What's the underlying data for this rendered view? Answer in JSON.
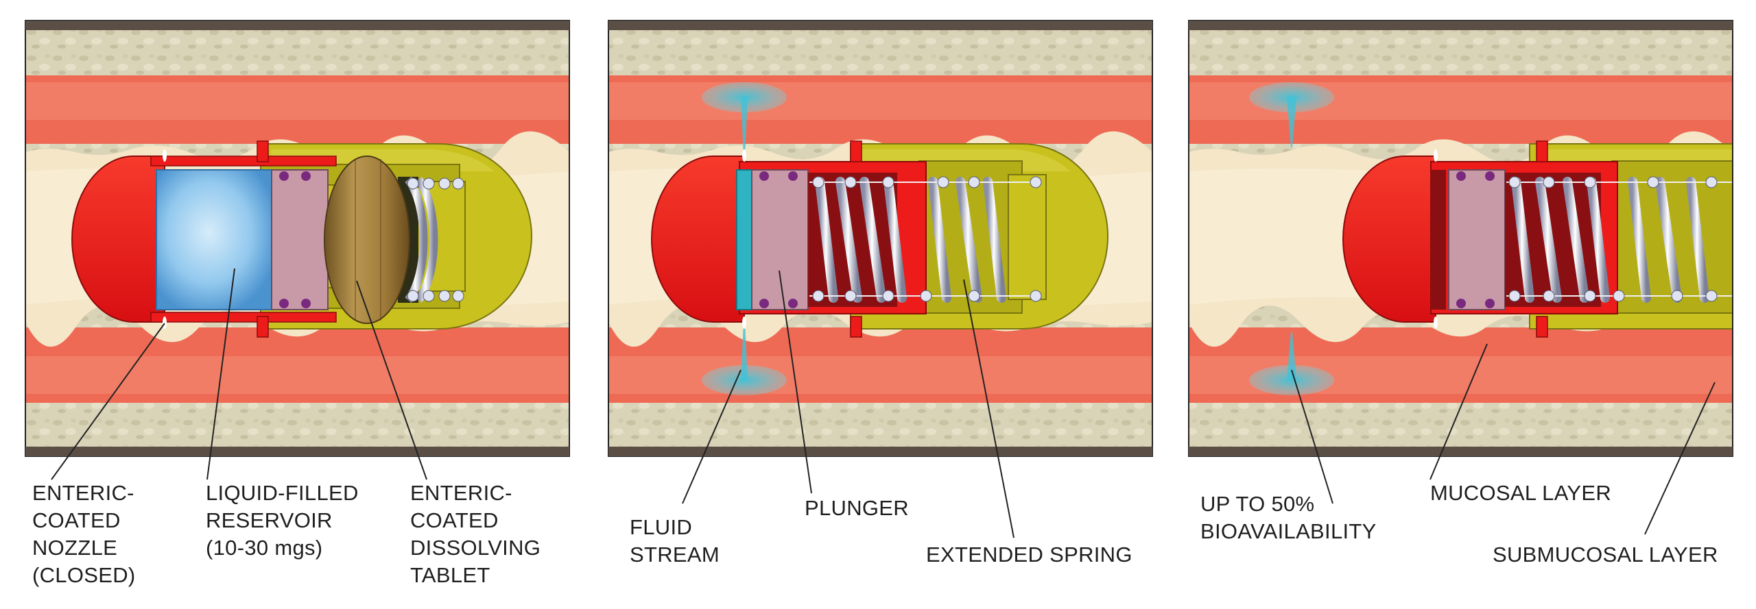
{
  "panels": [
    {
      "labels": [
        {
          "id": "nozzle",
          "lines": [
            "ENTERIC-",
            "COATED",
            "NOZZLE",
            "(CLOSED)"
          ]
        },
        {
          "id": "reservoir",
          "lines": [
            "LIQUID-FILLED",
            "RESERVOIR",
            "(10-30 mgs)"
          ]
        },
        {
          "id": "tablet",
          "lines": [
            "ENTERIC-",
            "COATED",
            "DISSOLVING",
            "TABLET"
          ]
        }
      ]
    },
    {
      "labels": [
        {
          "id": "fluid-stream",
          "lines": [
            "FLUID",
            "STREAM"
          ]
        },
        {
          "id": "plunger",
          "lines": [
            "PLUNGER"
          ]
        },
        {
          "id": "extended-spring",
          "lines": [
            "EXTENDED SPRING"
          ]
        }
      ]
    },
    {
      "labels": [
        {
          "id": "bioavailability",
          "lines": [
            "UP TO 50%",
            "BIOAVAILABILITY"
          ]
        },
        {
          "id": "mucosal",
          "lines": [
            "MUCOSAL LAYER"
          ]
        },
        {
          "id": "submucosal",
          "lines": [
            "SUBMUCOSAL LAYER"
          ]
        }
      ]
    }
  ],
  "colors": {
    "frame": "#5b4e45",
    "outer_tissue": "#d7d0b4",
    "submucosa": "#ee6a55",
    "mucosa": "#f59a82",
    "lumen": "#f4e6c7",
    "capsule_red": "#ee1b1b",
    "capsule_yellow": "#c9c21e",
    "reservoir_blue": "#7fbde8",
    "plunger_pink": "#c89aa8",
    "tablet_brown": "#9a7835",
    "fluid_cyan": "#52c8d6",
    "leader_line": "#222222"
  }
}
